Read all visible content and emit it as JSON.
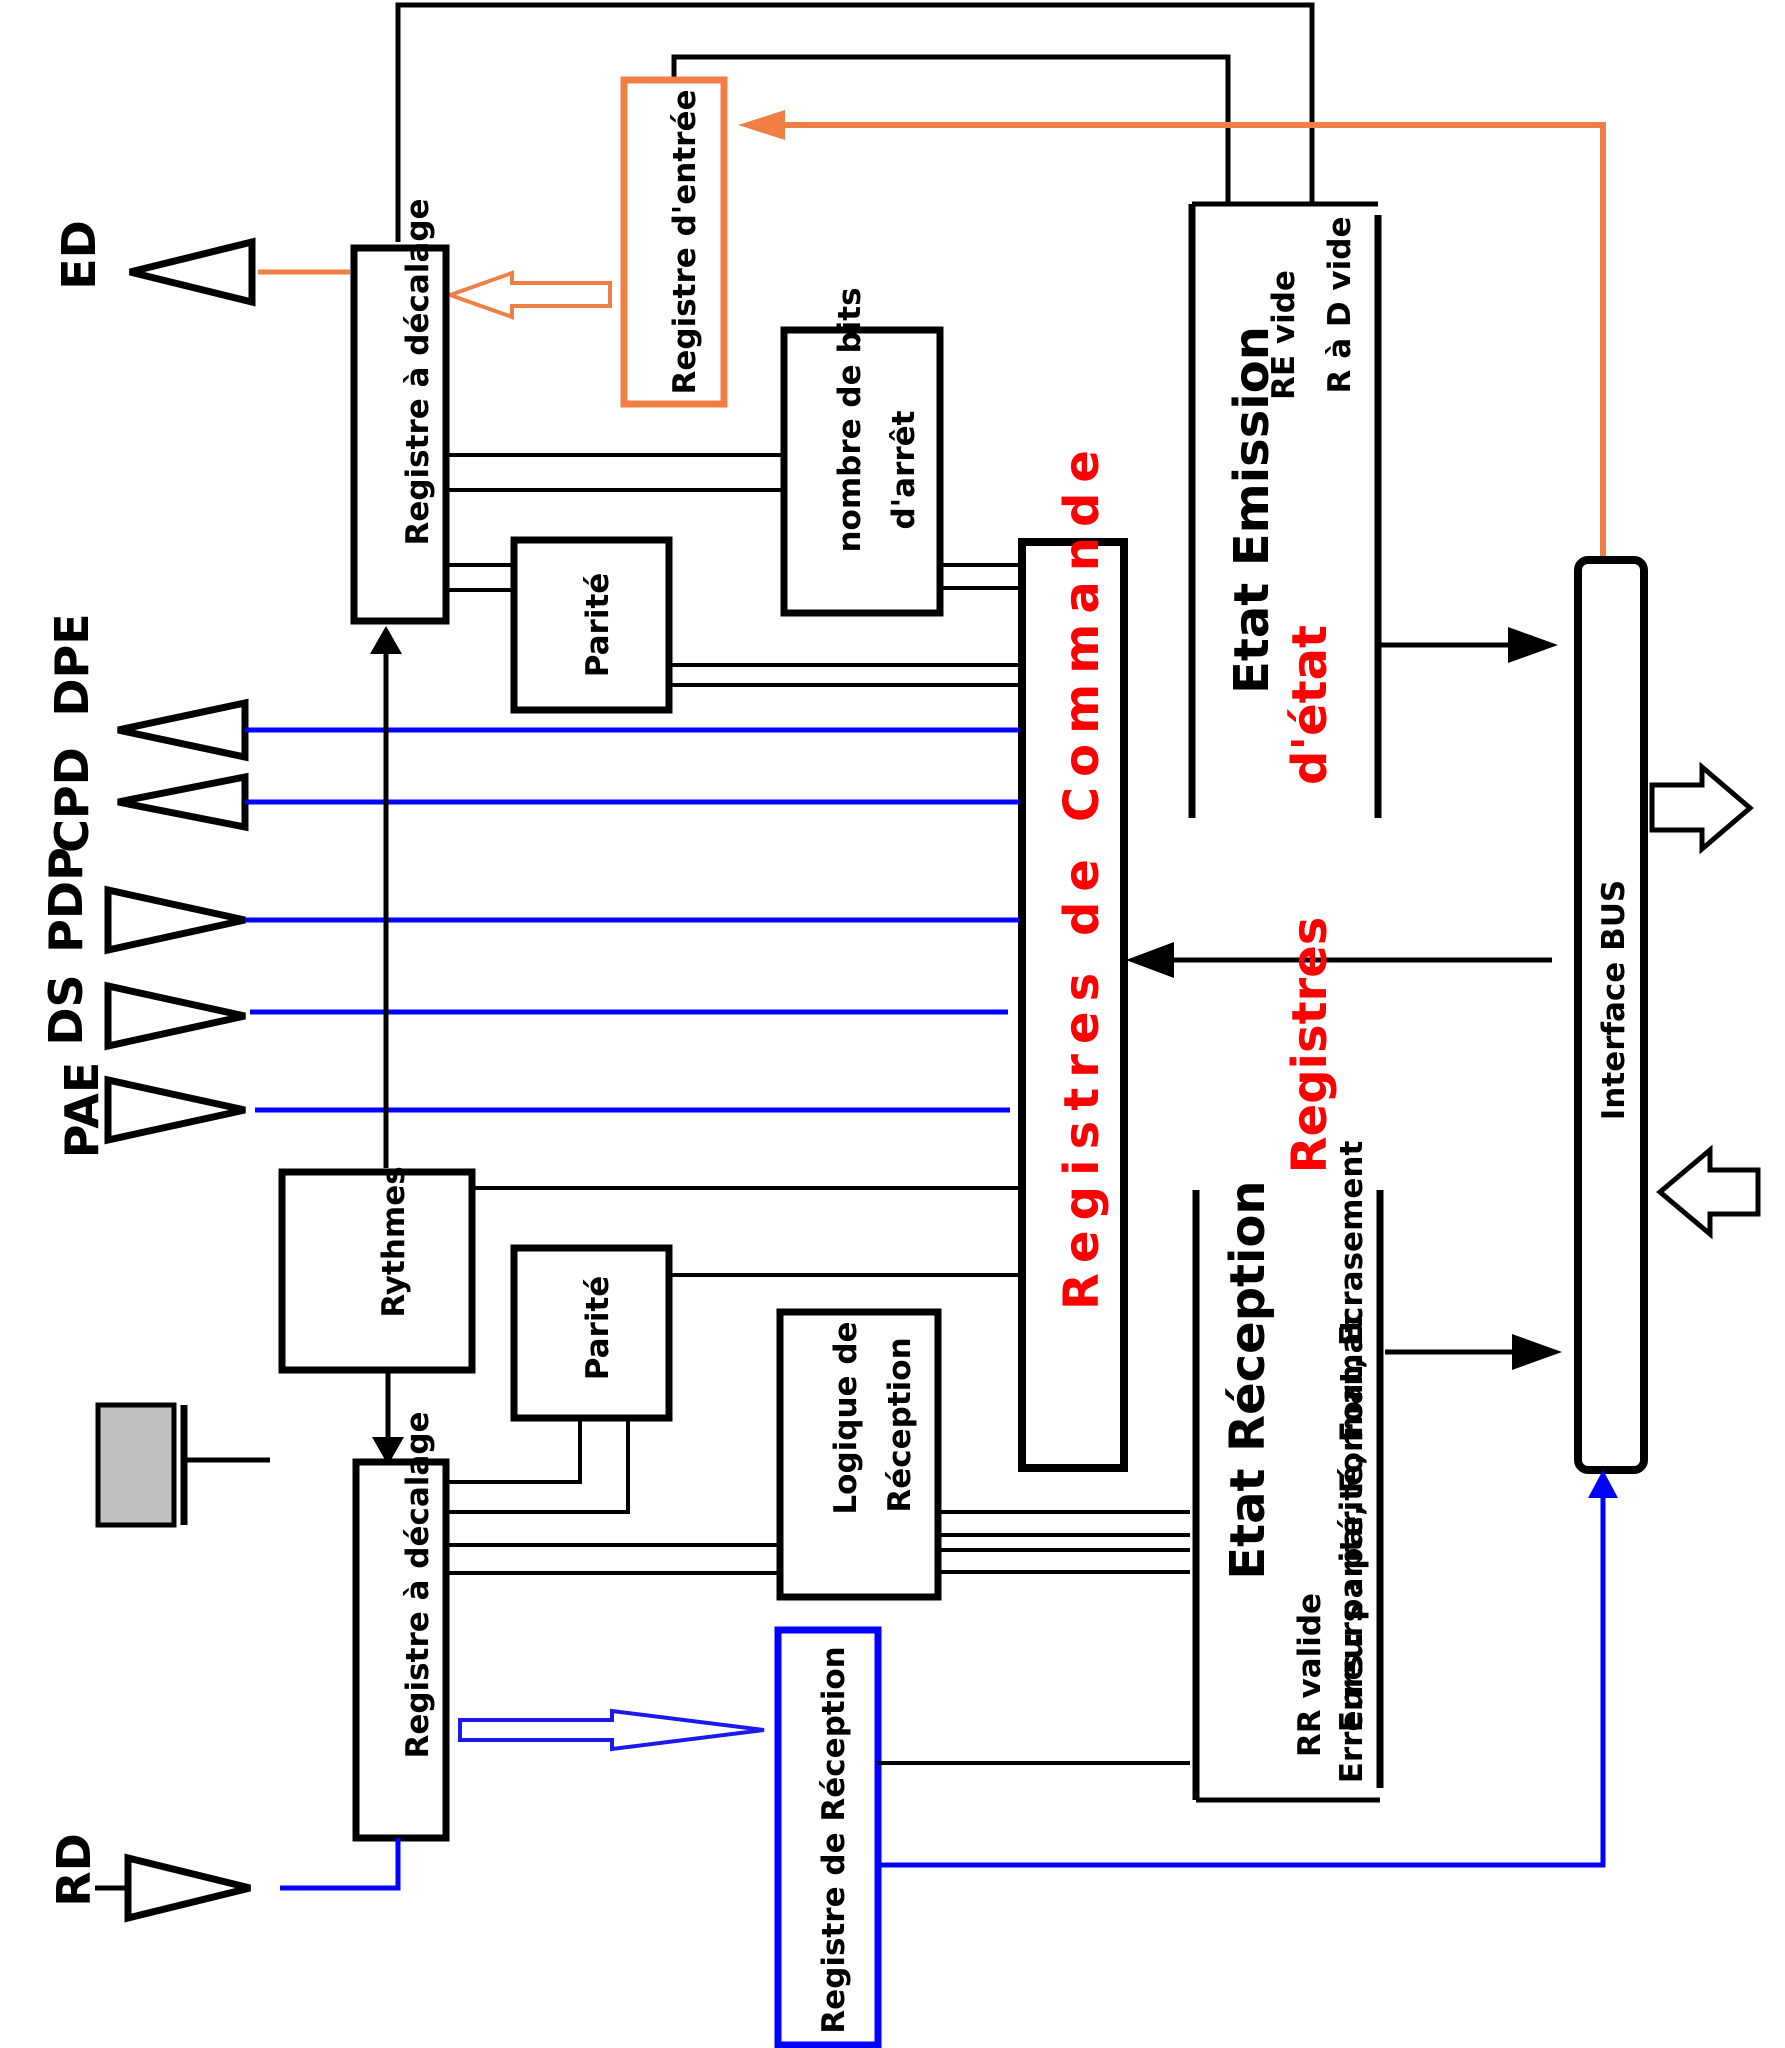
{
  "signals": {
    "ed": "ED",
    "dpe": "DPE",
    "cpd": "CPD",
    "pdp": "PDP",
    "ds": "DS",
    "pae": "PAE",
    "rd": "RD"
  },
  "blocks": {
    "shift_register_tx": "Registre à décalage",
    "input_register": "Registre d'entrée",
    "stop_bits": [
      "nombre de bits",
      "d'arrêt"
    ],
    "parity_tx": "Parité",
    "command_registers": "Registres de Commande",
    "emission_state": "Etat Emission",
    "emission_flags": [
      "RE vide",
      "R à D vide"
    ],
    "state_registers": [
      "Registres",
      "d'état"
    ],
    "interface_bus": "Interface BUS",
    "rhythms": "Rythmes",
    "parity_rx": "Parité",
    "reception_logic": [
      "Logique de",
      "Réception"
    ],
    "reception_state": "Etat Réception",
    "reception_flags": [
      "RR valide",
      "Erreurs : parité, Format",
      "Erreurs : parité, Format, Ecrasement"
    ],
    "shift_register_rx": "Registre à décalage",
    "reception_register": "Registre de Réception"
  },
  "colors": {
    "black": "#000000",
    "red": "#ff0000",
    "orange": "#f07f46",
    "blue": "#0000ff",
    "connector_blue": "#1a1aee",
    "gray": "#c0c0c0"
  }
}
